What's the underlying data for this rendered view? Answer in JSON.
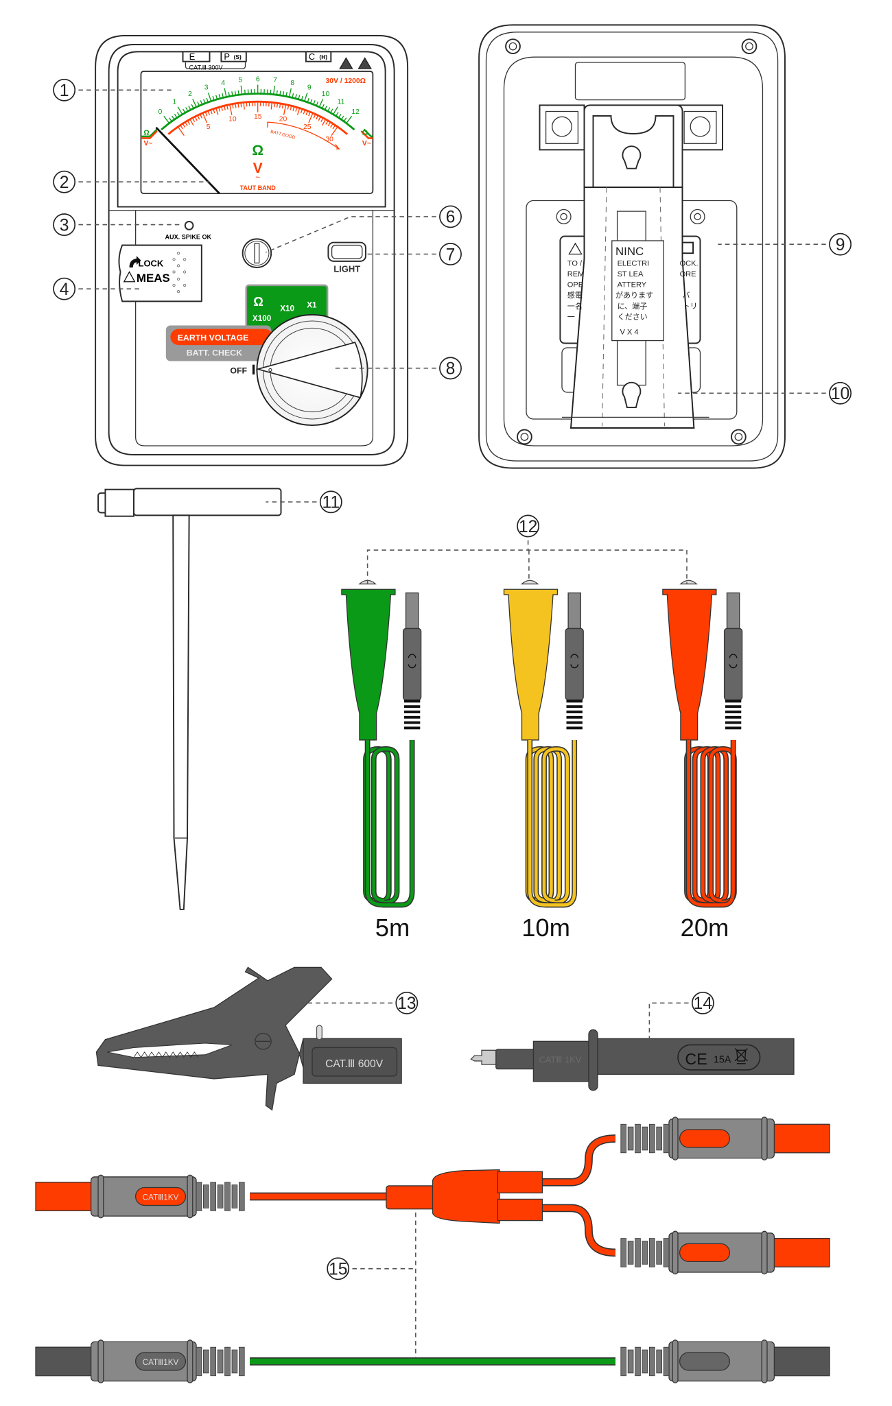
{
  "callouts": [
    "1",
    "2",
    "3",
    "4",
    "6",
    "7",
    "8",
    "9",
    "10",
    "11",
    "12",
    "13",
    "14",
    "15"
  ],
  "meter_front": {
    "terminal_e": "E",
    "terminal_p": "P",
    "terminal_p_sub": "(S)",
    "terminal_c": "C",
    "terminal_c_sub": "(H)",
    "cat_rating": "CAT.Ⅲ 300V",
    "range_label": "30V / 1200Ω",
    "ohm_symbol": "Ω",
    "volt_symbol": "V",
    "ac_symbol": "~",
    "taut_band": "TAUT BAND",
    "batt_good": "BATT.GOOD",
    "scale_ohm_end": "Ω",
    "scale_volt_end": "V~",
    "green_scale": [
      "0",
      "1",
      "2",
      "3",
      "4",
      "5",
      "6",
      "7",
      "8",
      "9",
      "10",
      "11",
      "12"
    ],
    "red_scale": [
      "5",
      "10",
      "15",
      "20",
      "25",
      "30"
    ],
    "aux_spike": "AUX. SPIKE OK",
    "lock": "LOCK",
    "meas": "MEAS",
    "light": "LIGHT",
    "range_ohm": "Ω",
    "x100": "X100",
    "x10": "X10",
    "x1": "X1",
    "earth_voltage": "EARTH VOLTAGE",
    "batt_check": "BATT. CHECK",
    "off": "OFF"
  },
  "meter_back": {
    "warning_lines": [
      "NINC",
      "TO /",
      "ELECTRI",
      "OCK.",
      "REM",
      "ST LEA",
      "ORE",
      "OPE",
      "ATTERY",
      "感電",
      "があります",
      "バ",
      "一名",
      "に、端子",
      "トリ",
      "一",
      "ください",
      "V X 4"
    ]
  },
  "leads": [
    {
      "color": "#0a9a17",
      "length": "5m"
    },
    {
      "color": "#f4c320",
      "length": "10m"
    },
    {
      "color": "#ff3c00",
      "length": "20m"
    }
  ],
  "clip": {
    "rating": "CAT.Ⅲ 600V"
  },
  "probe": {
    "rating": "CATⅢ 1KV",
    "ce": "CE",
    "current": "15A"
  },
  "cables": {
    "rating": "CATⅢ1KV"
  }
}
